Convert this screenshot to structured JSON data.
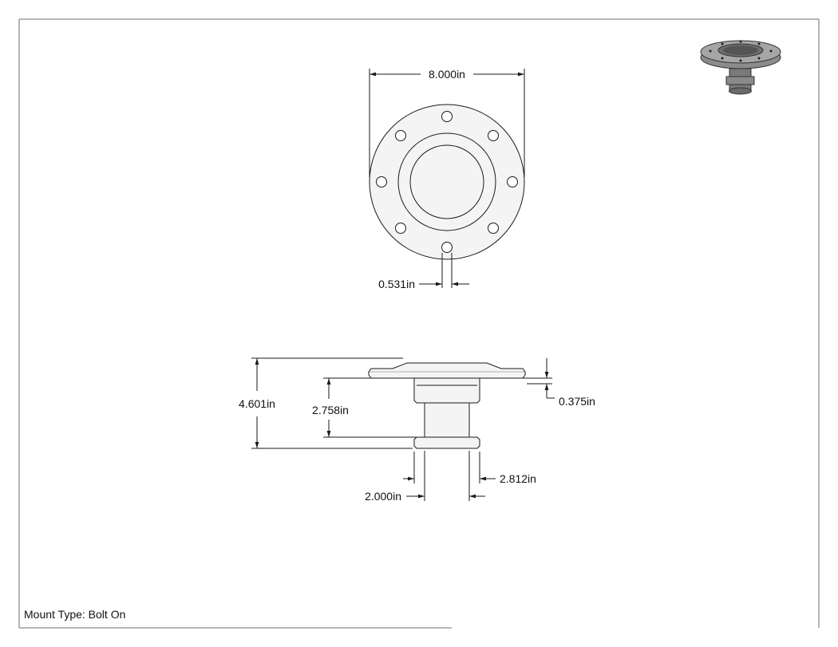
{
  "dimensions": {
    "outer_diameter": "8.000in",
    "bolt_hole": "0.531in",
    "overall_height": "4.601in",
    "body_height": "2.758in",
    "flange_thickness": "0.375in",
    "base_diameter": "2.812in",
    "neck_diameter": "2.000in"
  },
  "caption": "Mount Type: Bolt On",
  "colors": {
    "line": "#1a1a1a",
    "border": "#6d6d6d",
    "part_fill": "#f4f4f4"
  }
}
